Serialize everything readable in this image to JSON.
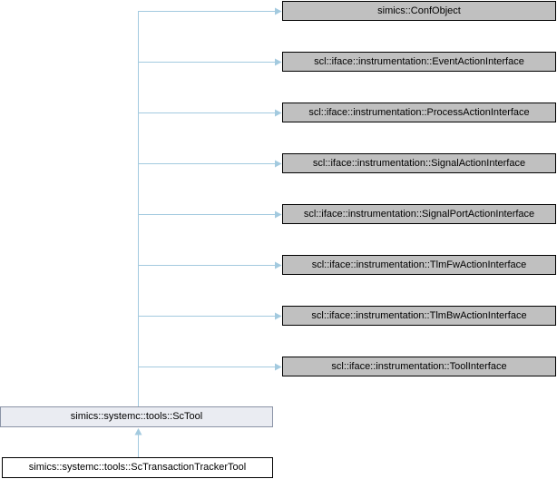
{
  "diagram": {
    "type": "class-inheritance-graph",
    "parents": [
      {
        "label": "simics::ConfObject"
      },
      {
        "label": "scl::iface::instrumentation::EventActionInterface"
      },
      {
        "label": "scl::iface::instrumentation::ProcessActionInterface"
      },
      {
        "label": "scl::iface::instrumentation::SignalActionInterface"
      },
      {
        "label": "scl::iface::instrumentation::SignalPortActionInterface"
      },
      {
        "label": "scl::iface::instrumentation::TlmFwActionInterface"
      },
      {
        "label": "scl::iface::instrumentation::TlmBwActionInterface"
      },
      {
        "label": "scl::iface::instrumentation::ToolInterface"
      }
    ],
    "main": {
      "label": "simics::systemc::tools::ScTool"
    },
    "derived": {
      "label": "simics::systemc::tools::ScTransactionTrackerTool"
    },
    "edges": [
      {
        "from": "simics::systemc::tools::ScTool",
        "to": "simics::ConfObject",
        "type": "inheritance"
      },
      {
        "from": "simics::systemc::tools::ScTool",
        "to": "scl::iface::instrumentation::EventActionInterface",
        "type": "inheritance"
      },
      {
        "from": "simics::systemc::tools::ScTool",
        "to": "scl::iface::instrumentation::ProcessActionInterface",
        "type": "inheritance"
      },
      {
        "from": "simics::systemc::tools::ScTool",
        "to": "scl::iface::instrumentation::SignalActionInterface",
        "type": "inheritance"
      },
      {
        "from": "simics::systemc::tools::ScTool",
        "to": "scl::iface::instrumentation::SignalPortActionInterface",
        "type": "inheritance"
      },
      {
        "from": "simics::systemc::tools::ScTool",
        "to": "scl::iface::instrumentation::TlmFwActionInterface",
        "type": "inheritance"
      },
      {
        "from": "simics::systemc::tools::ScTool",
        "to": "scl::iface::instrumentation::TlmBwActionInterface",
        "type": "inheritance"
      },
      {
        "from": "simics::systemc::tools::ScTransactionTrackerTool",
        "to": "simics::systemc::tools::ScTool",
        "type": "inheritance"
      }
    ],
    "colors": {
      "edge": "#a3cadf",
      "parent_box_fill": "#c0c0c0",
      "parent_box_border": "#000000",
      "main_box_fill": "#eaecf2",
      "main_box_border": "#8a93a6",
      "derived_box_fill": "#ffffff",
      "derived_box_border": "#000000",
      "text": "#000000",
      "background": "#ffffff"
    }
  }
}
